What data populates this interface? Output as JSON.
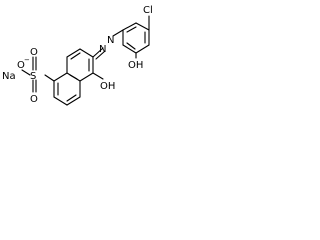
{
  "molecule": {
    "labels": {
      "chlorine": "Cl",
      "phenol_oh": "OH",
      "naphthol_oh": "OH",
      "azo_n1": "N",
      "azo_n2": "N",
      "sodium": "Na",
      "sulfonate_o_minus": "O",
      "minus_sign": "−",
      "sulfur": "S",
      "sulfonyl_o_top": "O",
      "sulfonyl_o_bottom": "O"
    },
    "colors": {
      "bond": "#000000",
      "text": "#000000",
      "background": "#ffffff"
    }
  }
}
